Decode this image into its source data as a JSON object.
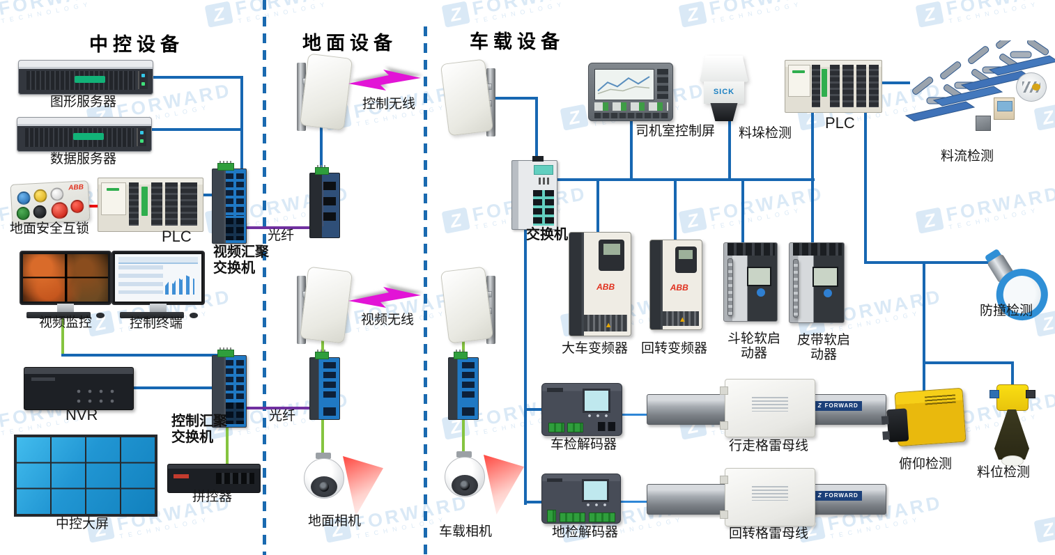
{
  "colors": {
    "line": "#1767b2",
    "green": "#85c440",
    "purple": "#7030a0",
    "red": "#ee1111",
    "magenta": "#e214d6",
    "divider": "#1a6ab0",
    "watermark": "#bdd8ef",
    "accent_teal": "#63cfc0",
    "switch_blue": "#2079c4",
    "wall_tile": "#29a8e0"
  },
  "watermark": {
    "logo": "Z",
    "line1": "FORWARD",
    "line2": "TECHNOLOGY"
  },
  "sections": {
    "central": "中控设备",
    "ground": "地面设备",
    "onboard": "车载设备"
  },
  "central": {
    "graphics_server": "图形服务器",
    "data_server": "数据服务器",
    "safety_interlock": "地面安全互锁",
    "plc": "PLC",
    "video_agg_switch": "视频汇聚\n交换机",
    "fiber": "光纤",
    "video_monitor": "视频监控",
    "control_terminal": "控制终端",
    "nvr": "NVR",
    "control_agg_switch": "控制汇聚\n交换机",
    "fiber2": "光纤",
    "splicer": "拼控器",
    "big_screen": "中控大屏"
  },
  "ground": {
    "control_wireless": "控制无线",
    "video_wireless": "视频无线",
    "camera": "地面相机"
  },
  "onboard": {
    "switch": "交换机",
    "cab_screen": "司机室控制屏",
    "stack_detect": "料垛检测",
    "plc": "PLC",
    "flow_detect": "料流检测",
    "gantry_vfd": "大车变频器",
    "slew_vfd": "回转变频器",
    "bucket_starter": "斗轮软启\n动器",
    "belt_starter": "皮带软启\n动器",
    "anti_collision": "防撞检测",
    "vehicle_decoder": "车检解码器",
    "travel_bus": "行走格雷母线",
    "pitch_detect": "俯仰检测",
    "level_detect": "料位检测",
    "ground_decoder": "地检解码器",
    "slew_bus": "回转格雷母线",
    "camera": "车载相机"
  },
  "brands": {
    "abb": "ABB",
    "sick": "SICK",
    "busbar": "FORWARD"
  }
}
